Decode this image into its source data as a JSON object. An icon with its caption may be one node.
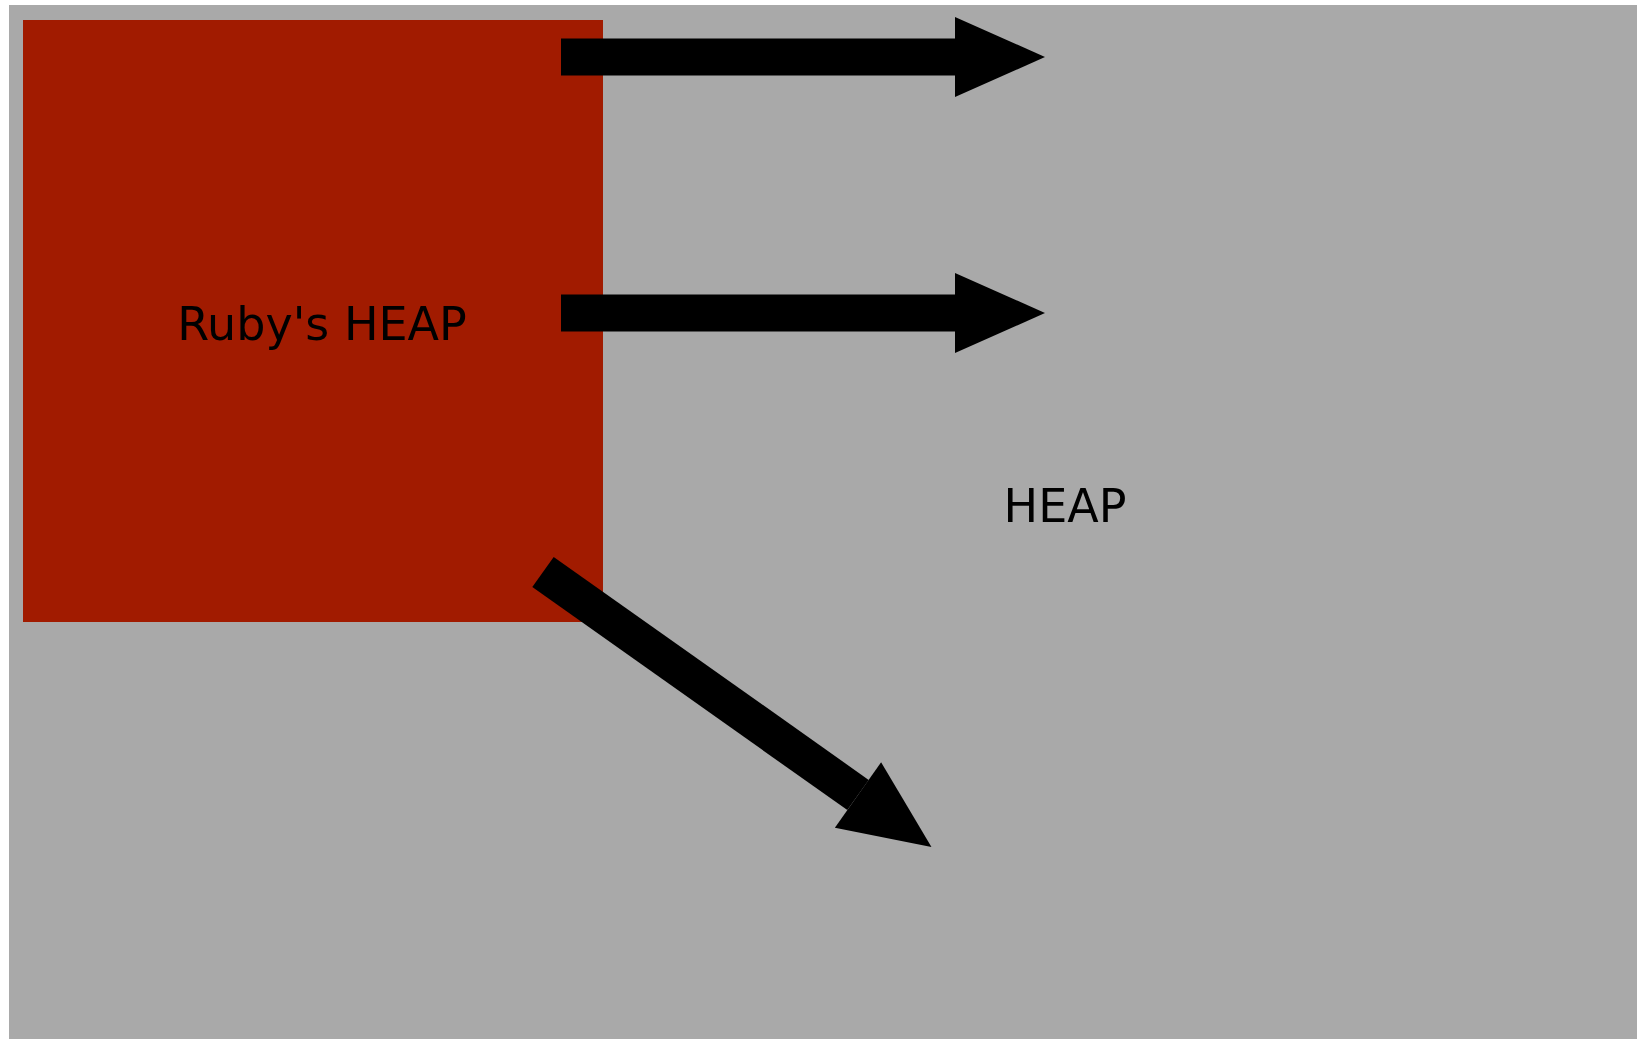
{
  "diagram": {
    "nodes": [
      {
        "text": [
          "HEAP"
        ]
      },
      {
        "text": [
          "Ruby's HEAP"
        ],
        "in": 0
      }
    ],
    "edges": [
      {
        "from": 1,
        "to": null,
        "arrow": "to"
      },
      {
        "from": 1,
        "to": null,
        "arrow": "to"
      },
      {
        "from": 1,
        "to": null,
        "arrow": "to"
      }
    ]
  }
}
